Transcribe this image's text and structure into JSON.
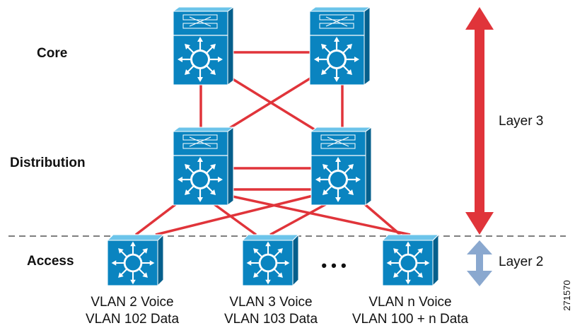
{
  "tiers": {
    "core": "Core",
    "distribution": "Distribution",
    "access": "Access"
  },
  "layers": {
    "layer3": "Layer 3",
    "layer2": "Layer 2"
  },
  "ellipsis": "• • •",
  "access_switches": [
    {
      "voice": "VLAN 2 Voice",
      "data": "VLAN 102 Data"
    },
    {
      "voice": "VLAN 3 Voice",
      "data": "VLAN 103 Data"
    },
    {
      "voice": "VLAN n Voice",
      "data": "VLAN 100 + n Data"
    }
  ],
  "figure_id": "271570",
  "colors": {
    "link": "#e0343a",
    "switch_front": "#0a84c0",
    "switch_top": "#6cc4ea",
    "layer3_arrow": "#e0343a",
    "layer2_arrow": "#8aa8cf"
  }
}
